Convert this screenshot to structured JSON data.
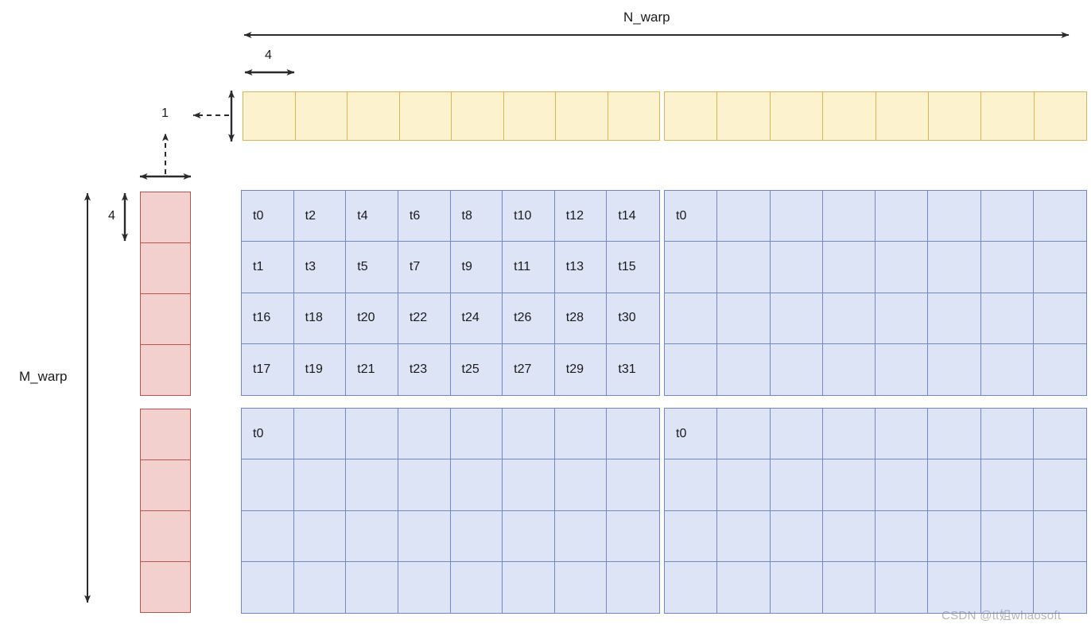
{
  "diagram": {
    "title_top": "N_warp",
    "title_left": "M_warp",
    "dim_width_label": "4",
    "dim_height_label": "1",
    "dim_red_height_label": "4",
    "watermark": "CSDN @tt姐whaosoft",
    "colors": {
      "yellow_fill": "#fcf2cd",
      "yellow_border": "#d6b656",
      "red_fill": "#f2d0cd",
      "red_border": "#b85450",
      "blue_fill": "#dce4f6",
      "blue_border": "#7089c4",
      "arrow": "#2b2b2b",
      "text": "#1a1a1a"
    },
    "yellow_strips": [
      {
        "name": "yellow-strip-left",
        "cells": 8
      },
      {
        "name": "yellow-strip-right",
        "cells": 8
      }
    ],
    "red_columns": [
      {
        "name": "red-column-top",
        "cells": 4
      },
      {
        "name": "red-column-bottom",
        "cells": 4
      }
    ],
    "quadrants": [
      {
        "name": "thread-grid-top-left",
        "rows": 4,
        "cols": 8,
        "labels": [
          [
            "t0",
            "t2",
            "t4",
            "t6",
            "t8",
            "t10",
            "t12",
            "t14"
          ],
          [
            "t1",
            "t3",
            "t5",
            "t7",
            "t9",
            "t11",
            "t13",
            "t15"
          ],
          [
            "t16",
            "t18",
            "t20",
            "t22",
            "t24",
            "t26",
            "t28",
            "t30"
          ],
          [
            "t17",
            "t19",
            "t21",
            "t23",
            "t25",
            "t27",
            "t29",
            "t31"
          ]
        ]
      },
      {
        "name": "thread-grid-top-right",
        "rows": 4,
        "cols": 8,
        "labels": [
          [
            "t0",
            "",
            "",
            "",
            "",
            "",
            "",
            ""
          ],
          [
            "",
            "",
            "",
            "",
            "",
            "",
            "",
            ""
          ],
          [
            "",
            "",
            "",
            "",
            "",
            "",
            "",
            ""
          ],
          [
            "",
            "",
            "",
            "",
            "",
            "",
            "",
            ""
          ]
        ]
      },
      {
        "name": "thread-grid-bottom-left",
        "rows": 4,
        "cols": 8,
        "labels": [
          [
            "t0",
            "",
            "",
            "",
            "",
            "",
            "",
            ""
          ],
          [
            "",
            "",
            "",
            "",
            "",
            "",
            "",
            ""
          ],
          [
            "",
            "",
            "",
            "",
            "",
            "",
            "",
            ""
          ],
          [
            "",
            "",
            "",
            "",
            "",
            "",
            "",
            ""
          ]
        ]
      },
      {
        "name": "thread-grid-bottom-right",
        "rows": 4,
        "cols": 8,
        "labels": [
          [
            "t0",
            "",
            "",
            "",
            "",
            "",
            "",
            ""
          ],
          [
            "",
            "",
            "",
            "",
            "",
            "",
            "",
            ""
          ],
          [
            "",
            "",
            "",
            "",
            "",
            "",
            "",
            ""
          ],
          [
            "",
            "",
            "",
            "",
            "",
            "",
            "",
            ""
          ]
        ]
      }
    ]
  }
}
